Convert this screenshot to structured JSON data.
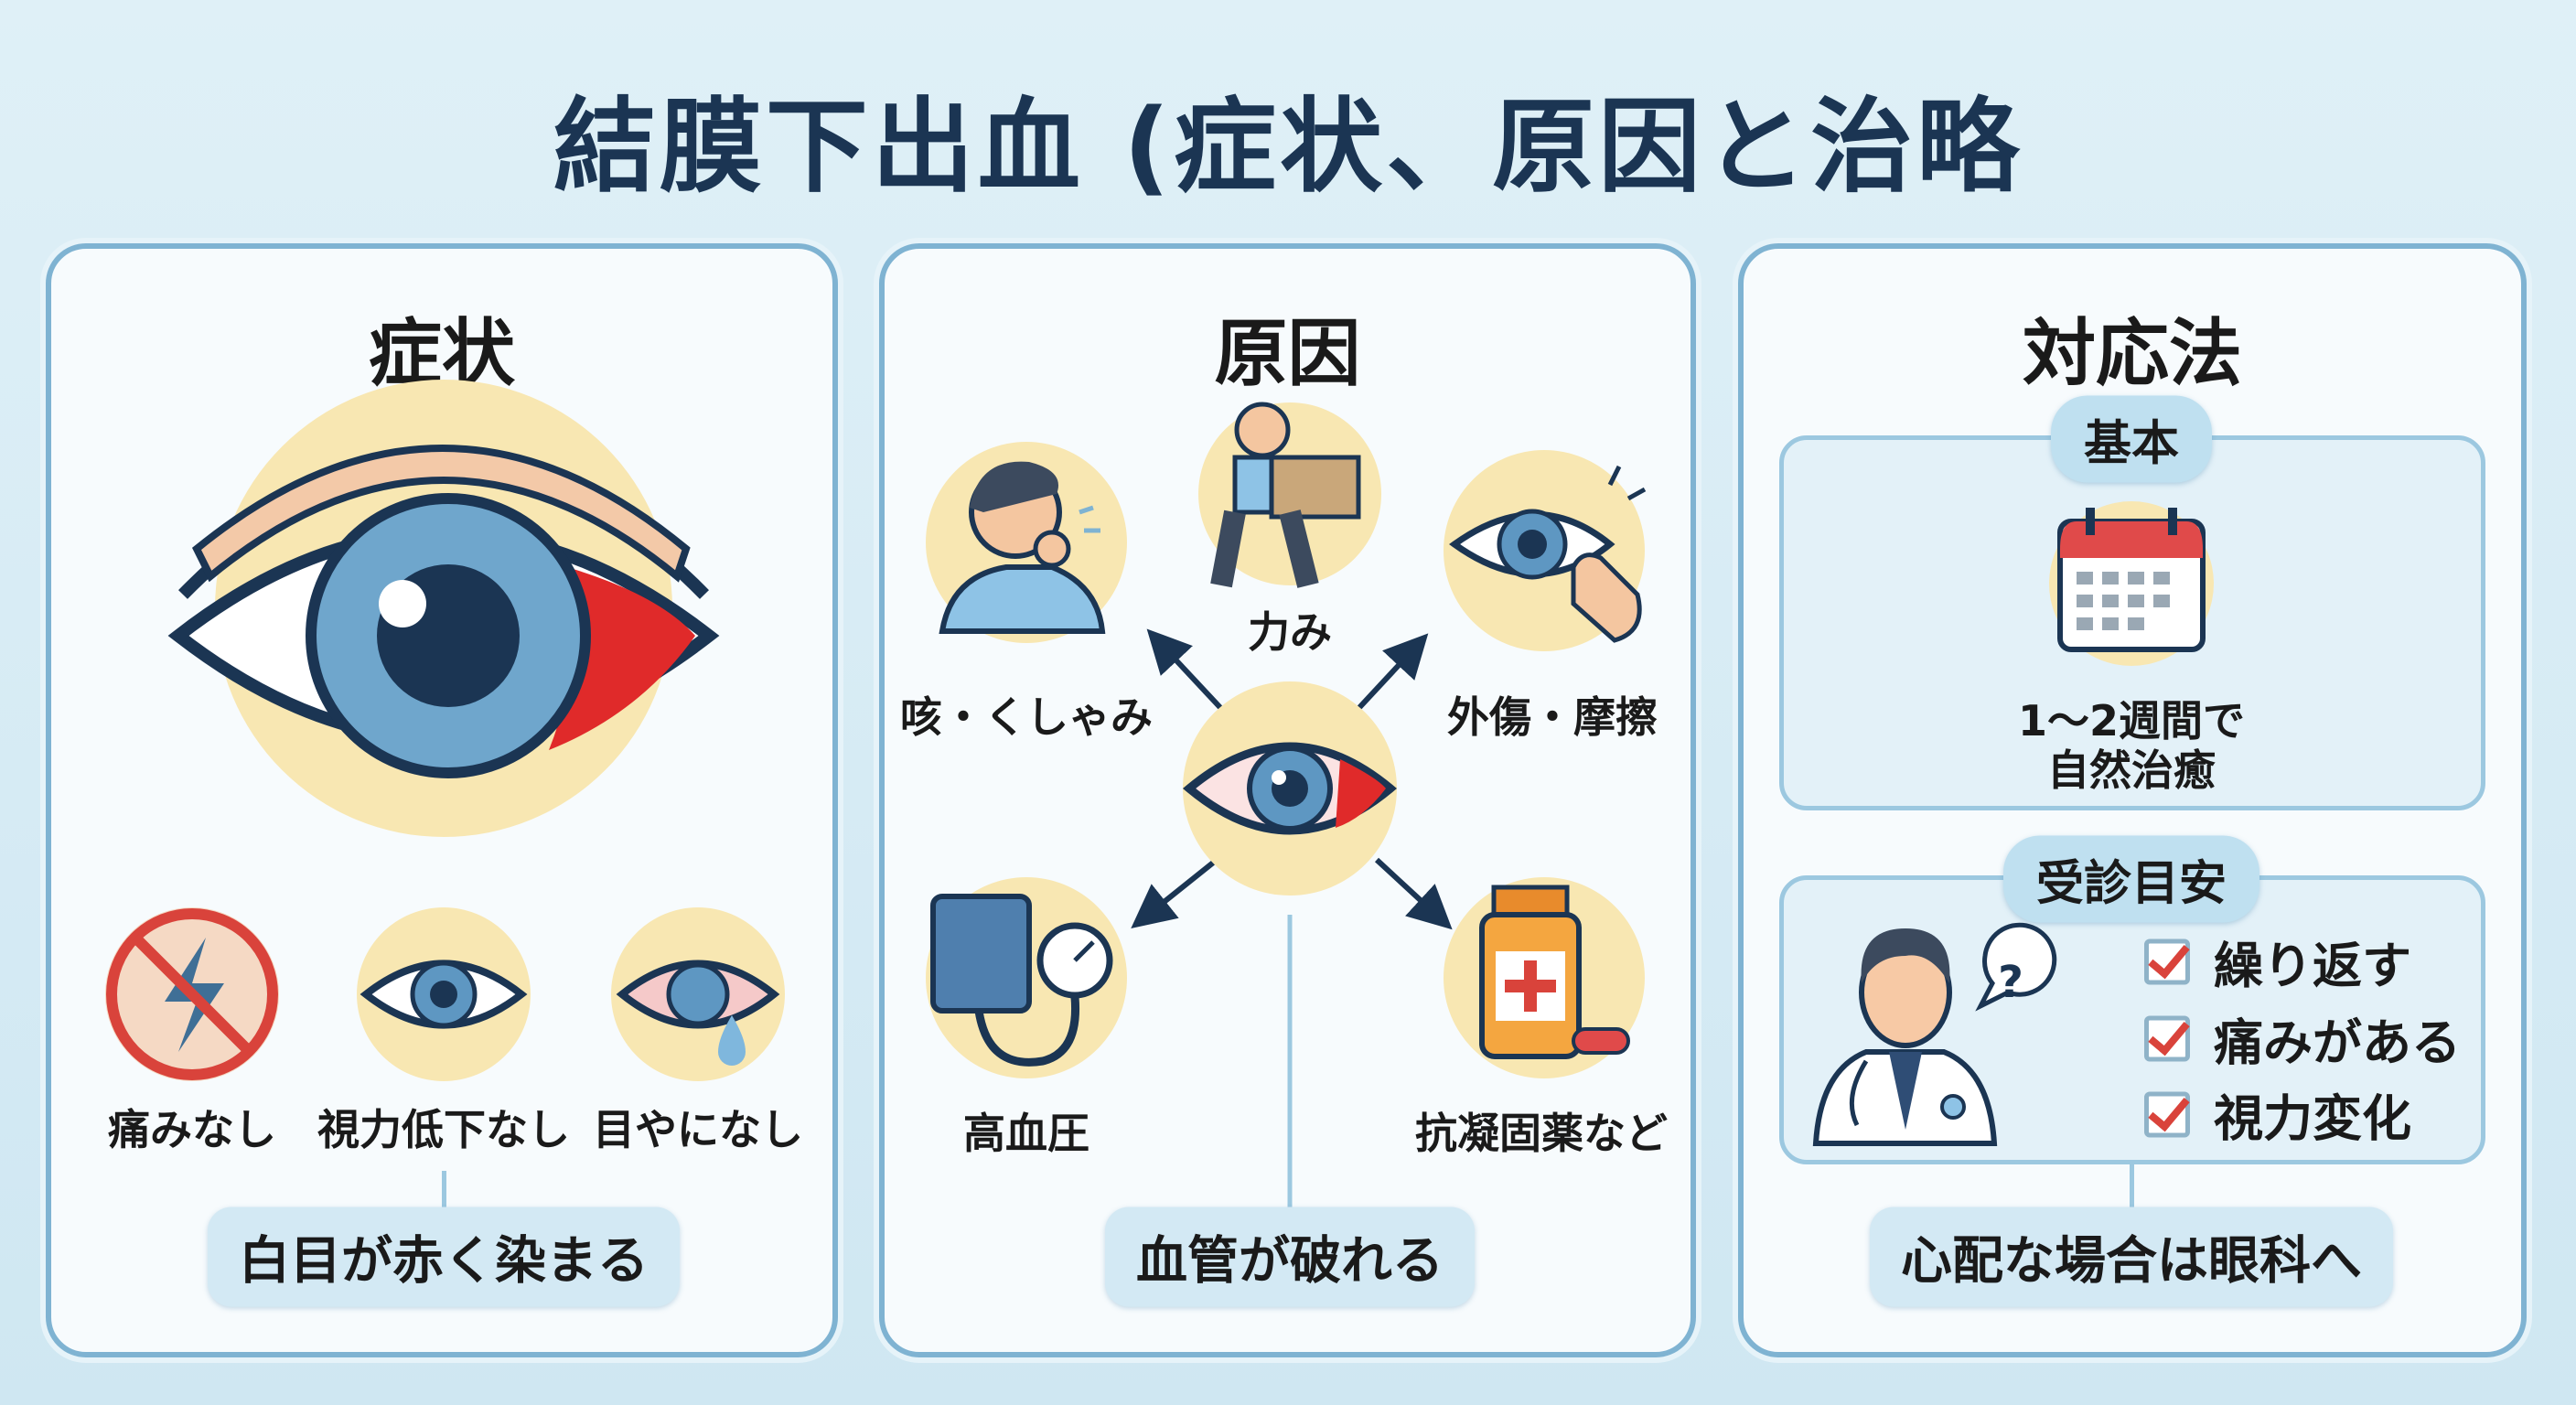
{
  "title": "結膜下出血 (症状、原因と治略",
  "symptoms": {
    "heading": "症状",
    "items": [
      "痛みなし",
      "視力低下なし",
      "目やになし"
    ],
    "summary": "白目が赤く染まる"
  },
  "causes": {
    "heading": "原因",
    "items": {
      "cough": "咳・くしゃみ",
      "strain": "力み",
      "trauma": "外傷・摩擦",
      "hypertension": "高血圧",
      "anticoagulant": "抗凝固薬など"
    },
    "summary": "血管が破れる"
  },
  "treatment": {
    "heading": "対応法",
    "basic": {
      "badge": "基本",
      "line1": "1〜2週間で",
      "line2": "自然治癒"
    },
    "visit": {
      "badge": "受診目安",
      "checklist": [
        "繰り返す",
        "痛みがある",
        "視力変化"
      ]
    },
    "summary": "心配な場合は眼科へ"
  },
  "colors": {
    "title": "#1b3553",
    "border": "#7fb3d2",
    "blood": "#e02a2a",
    "accent": "#f8e7b2"
  }
}
